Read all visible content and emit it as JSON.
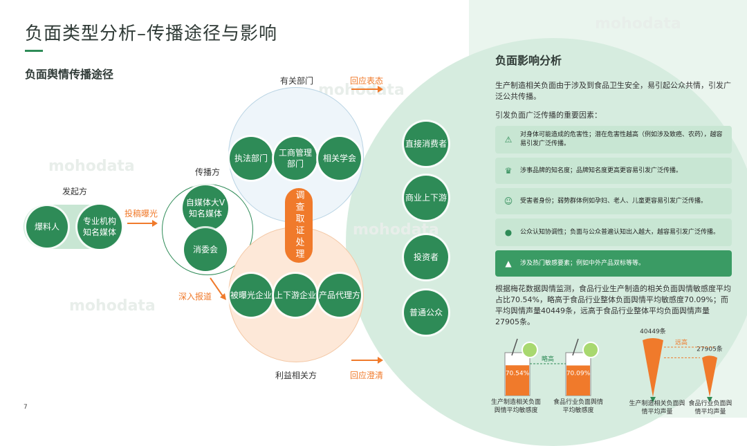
{
  "page": {
    "title": "负面类型分析–传播途径与影响",
    "subtitle": "负面舆情传播途径",
    "page_number": "7",
    "watermark": "mohodata"
  },
  "diagram": {
    "initiator_label": "发起方",
    "initiators": [
      "爆料人",
      "专业机构\n知名媒体"
    ],
    "arrow_submit": "投稿曝光",
    "spreader_label": "传播方",
    "spreaders": [
      "自媒体大V\n知名媒体",
      "消委会"
    ],
    "arrow_report": "深入报道",
    "dept_label": "有关部门",
    "depts": [
      "执法部门",
      "工商管理\n部门",
      "相关学会"
    ],
    "arrow_respond": "回应表态",
    "investigate": "调查取证处理",
    "stakeholder_label": "利益相关方",
    "stakeholders": [
      "被曝光企业",
      "上下游企业",
      "产品代理方"
    ],
    "arrow_clarify": "回应澄清",
    "audience": [
      "直接消费者",
      "商业上下游",
      "投资者",
      "普通公众"
    ]
  },
  "impact": {
    "heading": "负面影响分析",
    "intro": "生产制造相关负面由于涉及到食品卫生安全，易引起公众共情，引发广泛公共传播。",
    "factors_label": "引发负面广泛传播的重要因素：",
    "factors": [
      {
        "icon": "hazard-icon",
        "text": "对身体可能造成的危害性；潜在危害性越高（例如涉及致癌、农药），越容易引发广泛传播。"
      },
      {
        "icon": "crown-icon",
        "text": "涉事品牌的知名度；品牌知名度更高更容易引发广泛传播。"
      },
      {
        "icon": "face-icon",
        "text": "受害者身份；弱势群体例如孕妇、老人、儿童更容易引发广泛传播。"
      },
      {
        "icon": "lightbulb-icon",
        "text": "公众认知协调性；负面与公众普遍认知出入越大，越容易引发广泛传播。"
      },
      {
        "icon": "warning-icon",
        "text": "涉及热门敏感要素；例如中外产品双标等等。"
      }
    ],
    "summary": "根据梅花数据舆情监测，食品行业生产制造的相关负面舆情敏感度平均占比70.54%，略高于食品行业整体负面舆情平均敏感度70.09%；而平均舆情声量40449条，远高于食品行业整体平均负面舆情声量27905条。"
  },
  "chart_data": [
    {
      "type": "bar",
      "title": "",
      "categories": [
        "生产制造相关负面舆情平均敏感度",
        "食品行业负面舆情平均敏感度"
      ],
      "values": [
        70.54,
        70.09
      ],
      "value_labels": [
        "70.54%",
        "70.09%"
      ],
      "comparison_label": "略高",
      "unit": "%"
    },
    {
      "type": "bar",
      "title": "",
      "categories": [
        "生产制造相关负面舆情平均声量",
        "食品行业负面舆情平均声量"
      ],
      "values": [
        40449,
        27905
      ],
      "value_labels": [
        "40449条",
        "27905条"
      ],
      "comparison_label": "远高",
      "unit": "条"
    }
  ],
  "colors": {
    "green": "#2e8b57",
    "orange": "#f07a2b",
    "panel": "#eaf5ee"
  }
}
